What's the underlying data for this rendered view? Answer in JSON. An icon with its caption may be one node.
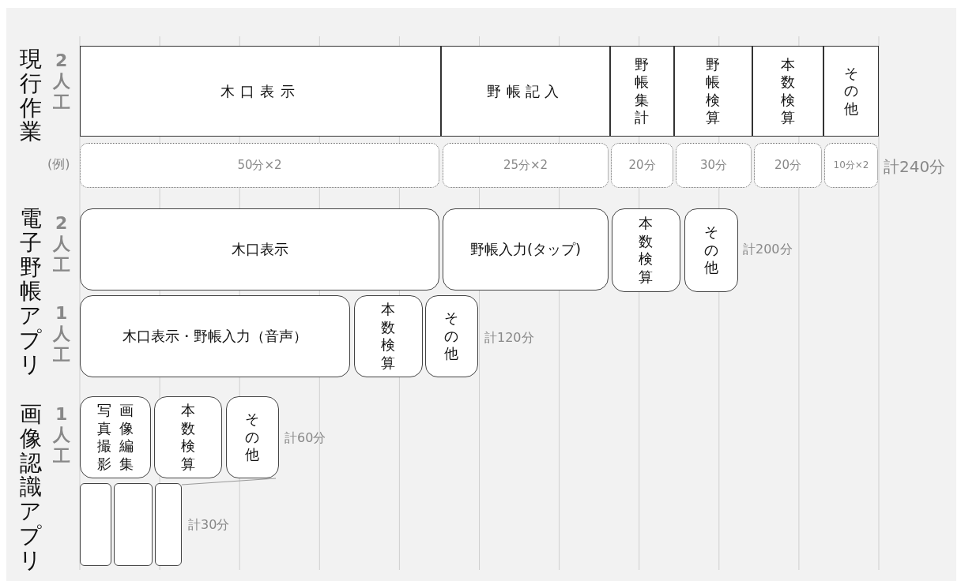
{
  "diagram": {
    "nodes": [
      {
        "text": [
          "木口表示"
        ]
      },
      {
        "text": [
          "野帳記入"
        ]
      },
      {
        "text": [
          "野帳集計"
        ]
      },
      {
        "text": [
          "野帳検算"
        ]
      },
      {
        "text": [
          "本数検算"
        ]
      },
      {
        "text": [
          "その他"
        ]
      },
      {
        "text": [
          "50分×2"
        ]
      },
      {
        "text": [
          "25分×2"
        ]
      },
      {
        "text": [
          "20分"
        ]
      },
      {
        "text": [
          "30分"
        ]
      },
      {
        "text": [
          "20分"
        ]
      },
      {
        "text": [
          "10分×2"
        ]
      },
      {
        "text": [
          "木口表示"
        ]
      },
      {
        "text": [
          "野帳入力(タップ)"
        ]
      },
      {
        "text": [
          "本数検算"
        ]
      },
      {
        "text": [
          "その他"
        ]
      },
      {
        "text": [
          "木口表示・野帳入力（音声）"
        ]
      },
      {
        "text": [
          "本数検算"
        ]
      },
      {
        "text": [
          "その他"
        ]
      },
      {
        "text": [
          "写真撮影",
          "画像編集"
        ]
      },
      {
        "text": [
          "本数検算"
        ]
      },
      {
        "text": [
          "その他"
        ]
      },
      {
        "text": [],
        "shape": "box"
      },
      {
        "text": [],
        "shape": "box"
      },
      {
        "text": [],
        "shape": "box"
      }
    ],
    "edges": [
      {
        "from": 21,
        "to": 24,
        "arrow": "none"
      }
    ],
    "labels": [
      "現行作業",
      "2人工",
      "(例)",
      "計240分",
      "電子野帳アプリ",
      "2人工",
      "計200分",
      "1人工",
      "計120分",
      "画像認識アプリ",
      "1人工",
      "計60分",
      "計30分"
    ]
  }
}
